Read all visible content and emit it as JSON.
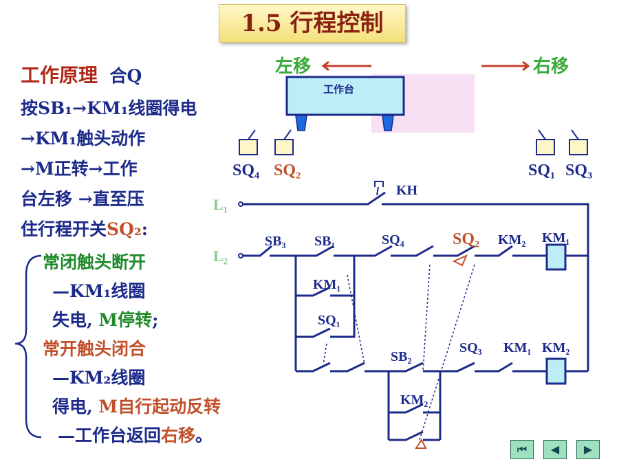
{
  "title": "1.5 行程控制",
  "left_text": {
    "heading": "工作原理",
    "heading_suffix": "合Q",
    "l1": "按SB₁→KM₁线圈得电",
    "l2": "→KM₁触头动作",
    "l3": "→M正转→工作",
    "l4": "台左移 →直至压",
    "l5a": "住行程开关",
    "l5b": "SQ₂",
    ":": ":",
    "l6a": "常闭",
    "l6b": "触头断开",
    "l7": "—KM₁线圈",
    "l8a": "失电, ",
    "l8b": "M停转",
    ";": ";",
    "l9a": "常开",
    "l9b": "触头闭合",
    "l10": "—KM₂线圈",
    "l11a": "得电, ",
    "l11b": "M自行起动反转",
    "l12a": "—工作台返回",
    "l12b": "右移",
    "l12c": "。"
  },
  "diagram": {
    "move_left": "左移",
    "move_right": "右移",
    "table": "工作台",
    "sq4": "SQ₄",
    "sq2": "SQ₂",
    "sq1": "SQ₁",
    "sq3": "SQ₃",
    "kh": "KH",
    "L1": "L₁",
    "L2": "L₂",
    "sb3": "SB₃",
    "sb1": "SB₁",
    "sq4b": "SQ₄",
    "sq2b": "SQ₂",
    "km2a": "KM₂",
    "km1coil": "KM₁",
    "km1c": "KM₁",
    "sq1b": "SQ₁",
    "sb2": "SB₂",
    "sq3b": "SQ₃",
    "km1b": "KM₁",
    "km2coil": "KM₂",
    "km2c": "KM₂"
  },
  "nav": {
    "first": "⏮",
    "prev": "◀",
    "next": "▶"
  }
}
